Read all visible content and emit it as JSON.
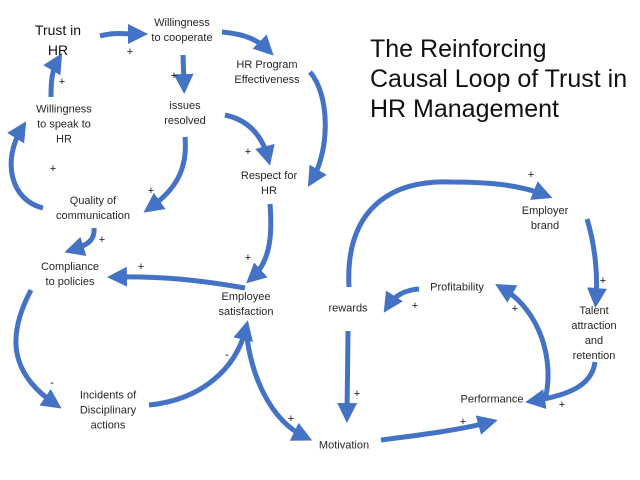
{
  "title": "The Reinforcing\nCausal Loop of Trust in\nHR Management",
  "colors": {
    "arrow": "#4472C4",
    "text": "#262626",
    "background": "#ffffff"
  },
  "nodes": [
    {
      "id": "trust_in_hr",
      "label": "Trust in\nHR"
    },
    {
      "id": "willingness_to_cooperate",
      "label": "Willingness\nto cooperate"
    },
    {
      "id": "hr_program_effectiveness",
      "label": "HR Program\nEffectiveness"
    },
    {
      "id": "issues_resolved",
      "label": "issues\nresolved"
    },
    {
      "id": "willingness_to_speak",
      "label": "Willingness\nto speak to\nHR"
    },
    {
      "id": "respect_for_hr",
      "label": "Respect for\nHR"
    },
    {
      "id": "quality_of_communication",
      "label": "Quality of\ncommunication"
    },
    {
      "id": "compliance_to_policies",
      "label": "Compliance\nto policies"
    },
    {
      "id": "employee_satisfaction",
      "label": "Employee\nsatisfaction"
    },
    {
      "id": "incidents_disciplinary",
      "label": "Incidents of\nDisciplinary\nactions"
    },
    {
      "id": "motivation",
      "label": "Motivation"
    },
    {
      "id": "rewards",
      "label": "rewards"
    },
    {
      "id": "profitability",
      "label": "Profitability"
    },
    {
      "id": "employer_brand",
      "label": "Employer\nbrand"
    },
    {
      "id": "talent_attraction",
      "label": "Talent\nattraction and\nretention"
    },
    {
      "id": "performance",
      "label": "Performance"
    }
  ],
  "edges": [
    {
      "from": "trust_in_hr",
      "to": "willingness_to_cooperate",
      "polarity": "+"
    },
    {
      "from": "willingness_to_cooperate",
      "to": "hr_program_effectiveness",
      "polarity": ""
    },
    {
      "from": "willingness_to_cooperate",
      "to": "issues_resolved",
      "polarity": "+"
    },
    {
      "from": "hr_program_effectiveness",
      "to": "respect_for_hr",
      "polarity": ""
    },
    {
      "from": "issues_resolved",
      "to": "respect_for_hr",
      "polarity": "+"
    },
    {
      "from": "issues_resolved",
      "to": "quality_of_communication",
      "polarity": "+"
    },
    {
      "from": "willingness_to_speak",
      "to": "trust_in_hr",
      "polarity": "+"
    },
    {
      "from": "quality_of_communication",
      "to": "willingness_to_speak",
      "polarity": "+"
    },
    {
      "from": "quality_of_communication",
      "to": "compliance_to_policies",
      "polarity": "+"
    },
    {
      "from": "respect_for_hr",
      "to": "employee_satisfaction",
      "polarity": "+"
    },
    {
      "from": "employee_satisfaction",
      "to": "compliance_to_policies",
      "polarity": "+"
    },
    {
      "from": "compliance_to_policies",
      "to": "incidents_disciplinary",
      "polarity": "-"
    },
    {
      "from": "incidents_disciplinary",
      "to": "employee_satisfaction",
      "polarity": "-"
    },
    {
      "from": "employee_satisfaction",
      "to": "motivation",
      "polarity": "+"
    },
    {
      "from": "rewards",
      "to": "motivation",
      "polarity": "+"
    },
    {
      "from": "motivation",
      "to": "performance",
      "polarity": "+"
    },
    {
      "from": "rewards",
      "to": "employer_brand",
      "polarity": "+"
    },
    {
      "from": "employer_brand",
      "to": "talent_attraction",
      "polarity": "+"
    },
    {
      "from": "talent_attraction",
      "to": "performance",
      "polarity": "+"
    },
    {
      "from": "performance",
      "to": "profitability",
      "polarity": "+"
    },
    {
      "from": "profitability",
      "to": "rewards",
      "polarity": "+"
    }
  ]
}
